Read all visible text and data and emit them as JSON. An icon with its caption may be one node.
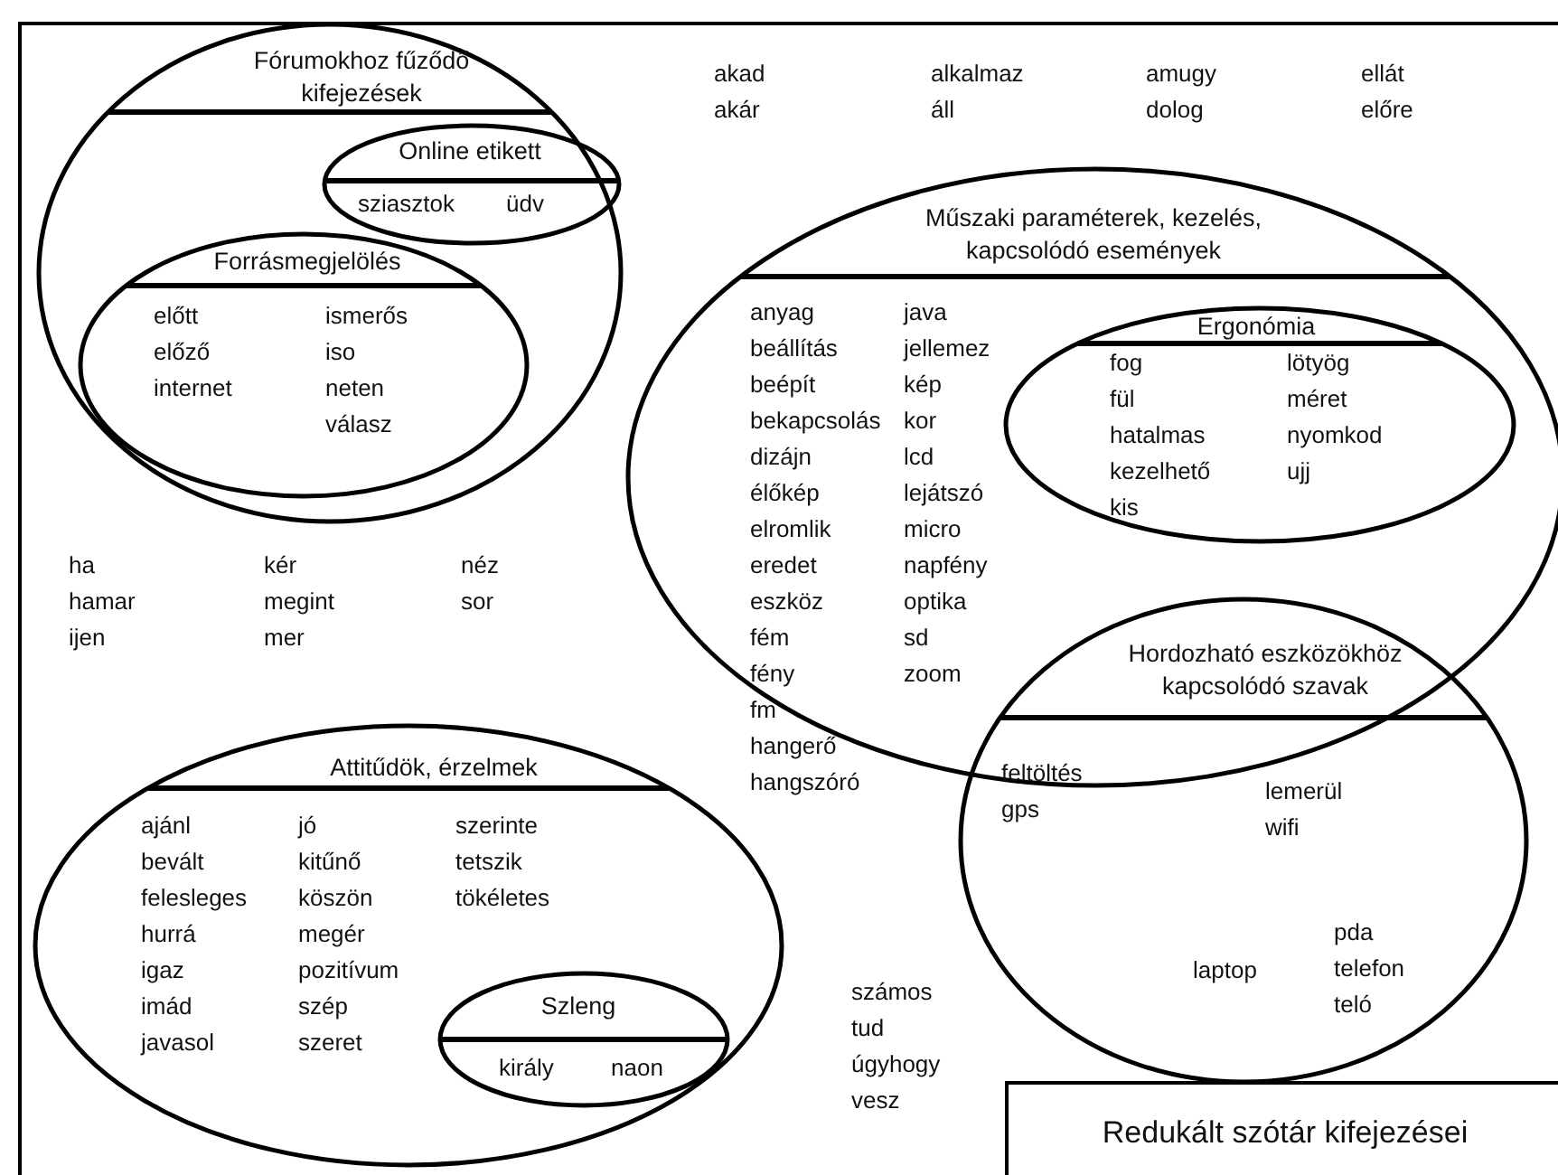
{
  "diagram": {
    "nodes": [
      {
        "text": [
          "Fórumokhoz fűződő kifejezések"
        ]
      },
      {
        "text": [
          "Online etikett",
          "sziasztok",
          "üdv"
        ],
        "in": 0
      },
      {
        "text": [
          "Forrásmegjelölés",
          "előtt",
          "előző",
          "internet",
          "ismerős",
          "iso",
          "neten",
          "válasz"
        ],
        "in": 0
      },
      {
        "text": [
          "Műszaki paraméterek, kezelés, kapcsolódó események",
          "anyag",
          "beállítás",
          "beépít",
          "bekapcsolás",
          "dizájn",
          "élőkép",
          "elromlik",
          "eredet",
          "eszköz",
          "fém",
          "fény",
          "fm",
          "hangerő",
          "hangszóró",
          "java",
          "jellemez",
          "kép",
          "kor",
          "lcd",
          "lejátszó",
          "micro",
          "napfény",
          "optika",
          "sd",
          "zoom"
        ]
      },
      {
        "text": [
          "Ergonómia",
          "fog",
          "fül",
          "hatalmas",
          "kezelhető",
          "kis",
          "lötyög",
          "méret",
          "nyomkod",
          "ujj"
        ],
        "in": 3
      },
      {
        "text": [
          "Hordozható eszközökhöz kapcsolódó szavak",
          "feltöltés",
          "gps",
          "lemerül",
          "wifi",
          "laptop",
          "pda",
          "telefon",
          "teló"
        ]
      },
      {
        "text": [
          "Attitűdök, érzelmek",
          "ajánl",
          "bevált",
          "felesleges",
          "hurrá",
          "igaz",
          "imád",
          "javasol",
          "jó",
          "kitűnő",
          "köszön",
          "megér",
          "pozitívum",
          "szép",
          "szeret",
          "szerinte",
          "tetszik",
          "tökéletes"
        ]
      },
      {
        "text": [
          "Szleng",
          "király",
          "naon"
        ],
        "in": 6
      },
      {
        "text": [
          "Redukált szótár kifejezései"
        ]
      }
    ],
    "labels": [
      "akad",
      "akár",
      "alkalmaz",
      "áll",
      "amugy",
      "dolog",
      "ellát",
      "előre",
      "ha",
      "hamar",
      "ijen",
      "kér",
      "megint",
      "mer",
      "néz",
      "sor",
      "számos",
      "tud",
      "úgyhogy",
      "vesz"
    ]
  }
}
